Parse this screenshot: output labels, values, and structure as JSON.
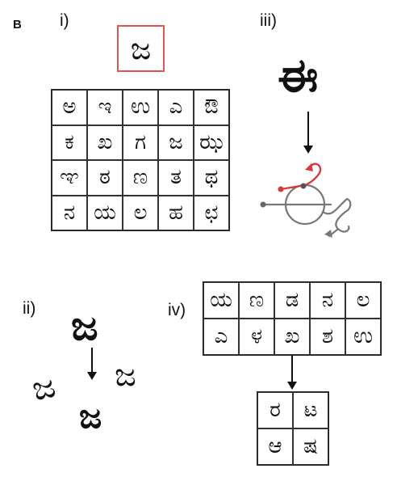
{
  "figure": {
    "panel_letter": "B",
    "sections": {
      "i": {
        "label": "i)",
        "target": "ಜ",
        "grid_rows": [
          [
            "ಅ",
            "ಇ",
            "ಉ",
            "ಎ",
            "ಔ"
          ],
          [
            "ಕ",
            "ಖ",
            "ಗ",
            "ಜ",
            "ಝ"
          ],
          [
            "ಞ",
            "ಠ",
            "ಣ",
            "ತ",
            "ಥ"
          ],
          [
            "ನ",
            "ಯ",
            "ಲ",
            "ಹ",
            "ಛ"
          ]
        ]
      },
      "ii": {
        "label": "ii)",
        "glyphs": [
          "ಜ",
          "ಜ",
          "ಜ",
          "ಜ"
        ]
      },
      "iii": {
        "label": "iii)",
        "glyph": "ಈ"
      },
      "iv": {
        "label": "iv)",
        "grid_rows": [
          [
            "ಯ",
            "ಣ",
            "ಡ",
            "ನ",
            "ಲ"
          ],
          [
            "ಎ",
            "ಳ",
            "ಖ",
            "ಶ",
            "ಉ"
          ]
        ],
        "result_rows": [
          [
            "ರ",
            "ಟ"
          ],
          [
            "ಆ",
            "ಷ"
          ]
        ]
      }
    },
    "colors": {
      "target_border": "#e05555",
      "stroke_gray": "#777777",
      "stroke_red": "#d63a3a",
      "ink": "#111111"
    }
  }
}
